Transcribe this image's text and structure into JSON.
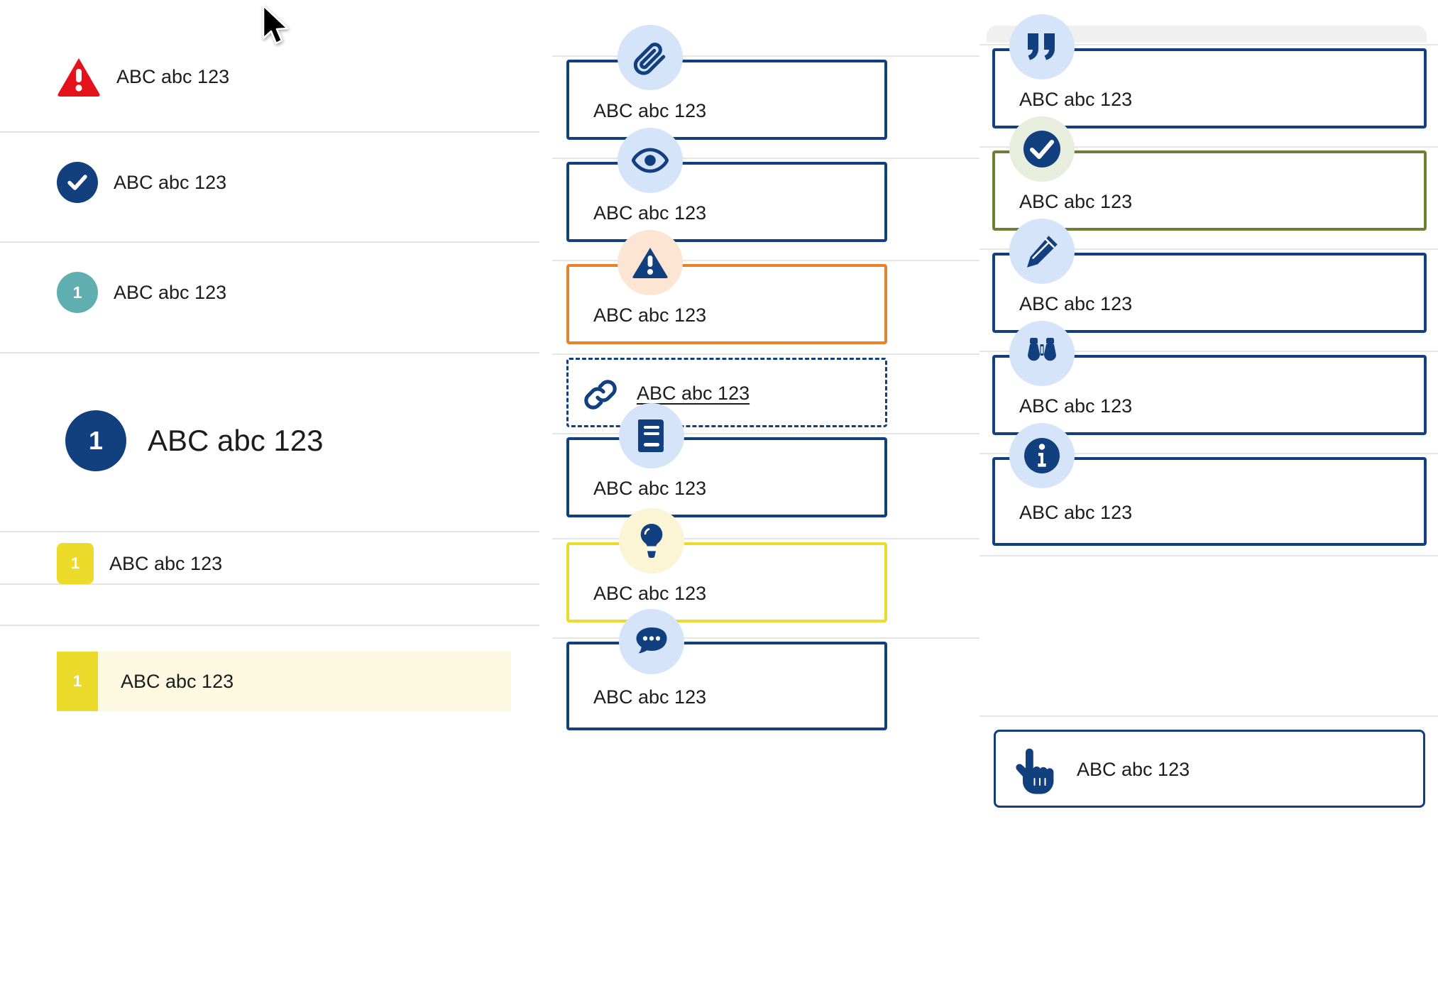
{
  "palette": {
    "navy": "#12407e",
    "teal": "#5fafb0",
    "yellow": "#ecdb2b",
    "orange": "#e8832a",
    "green": "#6d7f36",
    "red": "#e4131b",
    "bubble_blue": "#d6e4fa",
    "bubble_peach": "#fde5d3",
    "bubble_mint": "#e7eedd",
    "bubble_cream": "#fbf5d6",
    "highlight_bg": "#fcf9e0",
    "divider": "#e3e3e3",
    "text": "#1c1c1c"
  },
  "sample_text": "ABC abc 123",
  "left_column": {
    "rows": [
      {
        "badge": "warning-triangle",
        "badge_value": "",
        "label": "ABC abc 123"
      },
      {
        "badge": "check-circle-navy",
        "badge_value": "",
        "label": "ABC abc 123"
      },
      {
        "badge": "number-circle-teal",
        "badge_value": "1",
        "label": "ABC abc 123"
      },
      {
        "badge": "number-circle-navy-large",
        "badge_value": "1",
        "label": "ABC abc 123"
      },
      {
        "badge": "number-square-yellow",
        "badge_value": "1",
        "label": "ABC abc 123"
      },
      {
        "badge": "number-square-yellow-flat",
        "badge_value": "1",
        "label": "ABC abc 123"
      }
    ]
  },
  "middle_column": {
    "cards": [
      {
        "icon": "paperclip-icon",
        "bubble": "blue",
        "style": "navy",
        "label": "ABC abc 123"
      },
      {
        "icon": "eye-icon",
        "bubble": "blue",
        "style": "navy",
        "label": "ABC abc 123"
      },
      {
        "icon": "warning-icon",
        "bubble": "peach",
        "style": "orange",
        "label": "ABC abc 123"
      },
      {
        "icon": "link-icon",
        "bubble": "none",
        "style": "dashed",
        "label": "ABC abc 123"
      },
      {
        "icon": "book-icon",
        "bubble": "blue",
        "style": "navy",
        "label": "ABC abc 123"
      },
      {
        "icon": "lightbulb-icon",
        "bubble": "cream",
        "style": "yellow",
        "label": "ABC abc 123"
      },
      {
        "icon": "comment-icon",
        "bubble": "blue",
        "style": "navy",
        "label": "ABC abc 123"
      }
    ]
  },
  "right_column": {
    "cards": [
      {
        "icon": "quote-icon",
        "bubble": "blue",
        "style": "navy",
        "label": "ABC abc 123"
      },
      {
        "icon": "check-icon",
        "bubble": "mint",
        "style": "green",
        "label": "ABC abc 123"
      },
      {
        "icon": "pencil-icon",
        "bubble": "blue",
        "style": "navy",
        "label": "ABC abc 123"
      },
      {
        "icon": "binoculars-icon",
        "bubble": "blue",
        "style": "navy",
        "label": "ABC abc 123"
      },
      {
        "icon": "info-icon",
        "bubble": "blue",
        "style": "navy",
        "label": "ABC abc 123"
      },
      {
        "icon": "hand-pointer-icon",
        "bubble": "none",
        "style": "thin",
        "label": "ABC abc 123"
      }
    ]
  },
  "cursor": {
    "icon": "mouse-pointer-icon"
  }
}
